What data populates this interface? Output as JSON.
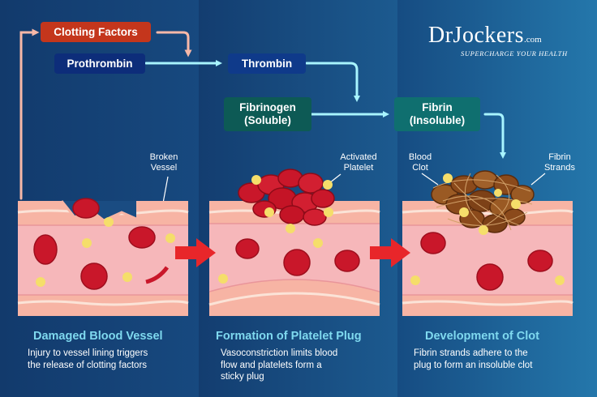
{
  "logo": {
    "brand": "DrJockers",
    "domain_suffix": ".com",
    "tagline": "SUPERCHARGE YOUR HEALTH"
  },
  "cascade": {
    "clotting_factors": "Clotting Factors",
    "prothrombin": "Prothrombin",
    "thrombin": "Thrombin",
    "fibrinogen": "Fibrinogen\n(Soluble)",
    "fibrin": "Fibrin\n(Insoluble)"
  },
  "callouts": {
    "broken_vessel": "Broken\nVessel",
    "activated_platelet": "Activated\nPlatelet",
    "blood_clot": "Blood\nClot",
    "fibrin_strands": "Fibrin\nStrands"
  },
  "stages": [
    {
      "title": "Damaged Blood Vessel",
      "description": "Injury to vessel lining triggers\nthe release of clotting factors"
    },
    {
      "title": "Formation of Platelet Plug",
      "description": "Vasoconstriction limits blood\nflow and platelets form a\nsticky plug"
    },
    {
      "title": "Development of Clot",
      "description": "Fibrin strands adhere to the\nplug to form an insoluble clot"
    }
  ],
  "colors": {
    "clotting_factors_box": "#c4361c",
    "protein_box": "#0d2d7a",
    "fibrin_box": "#0f6f6f",
    "fibrinogen_box": "#0d5a55",
    "heading_text": "#7fd9ef",
    "stage_arrow": "#e8262a",
    "cascade_arrow": "#a8f4ff",
    "vessel_wall": "#f7b4a4",
    "vessel_interior": "#f6b7ba",
    "red_cell": "#c9172a",
    "platelet": "#f5de6a",
    "clot_fibrin": "#8b4a1b"
  }
}
